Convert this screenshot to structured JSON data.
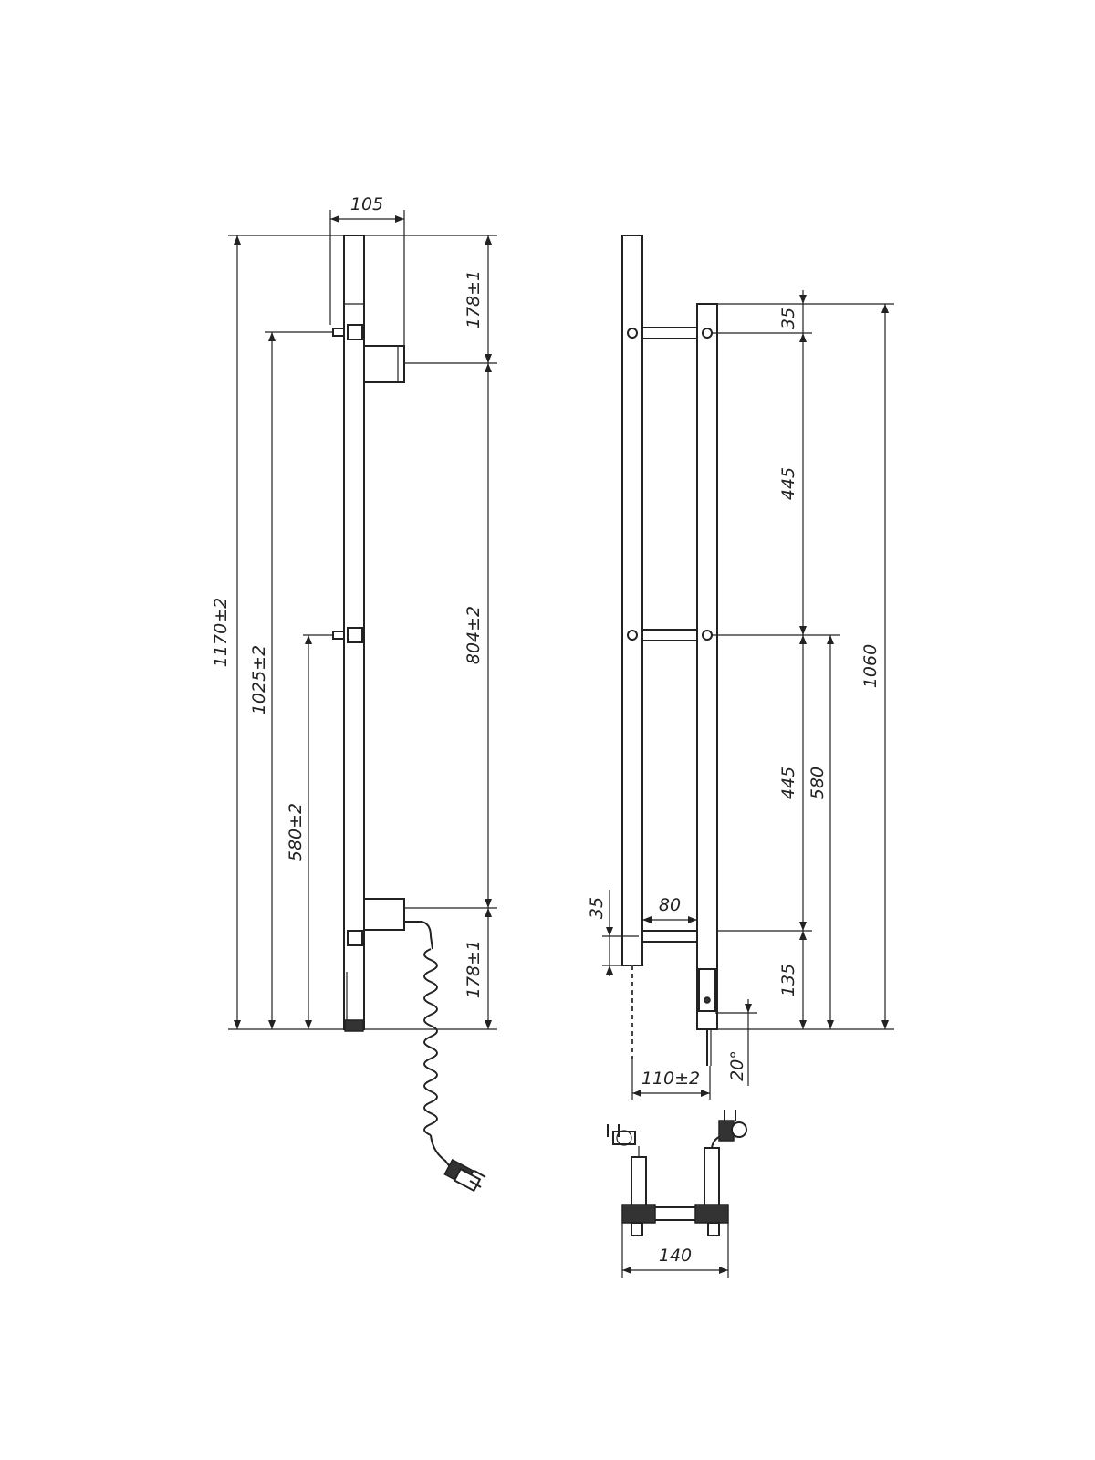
{
  "front_view": {
    "dim_width": "105",
    "dim_overall": "1170±2",
    "dim_upper_mount": "1025±2",
    "dim_lower_mount": "580±2",
    "dim_top_segment": "178±1",
    "dim_middle": "804±2",
    "dim_bottom_segment": "178±1"
  },
  "side_view": {
    "dim_top_offset": "35",
    "dim_span_upper": "445",
    "dim_span_lower": "445",
    "dim_bottom_mount": "135",
    "dim_total_height": "1060",
    "dim_mid_height": "580",
    "dim_bottom_offset": "35",
    "dim_standoff": "80",
    "dim_depth": "110±2",
    "dim_angle": "20°"
  },
  "top_view": {
    "dim_width": "140"
  }
}
